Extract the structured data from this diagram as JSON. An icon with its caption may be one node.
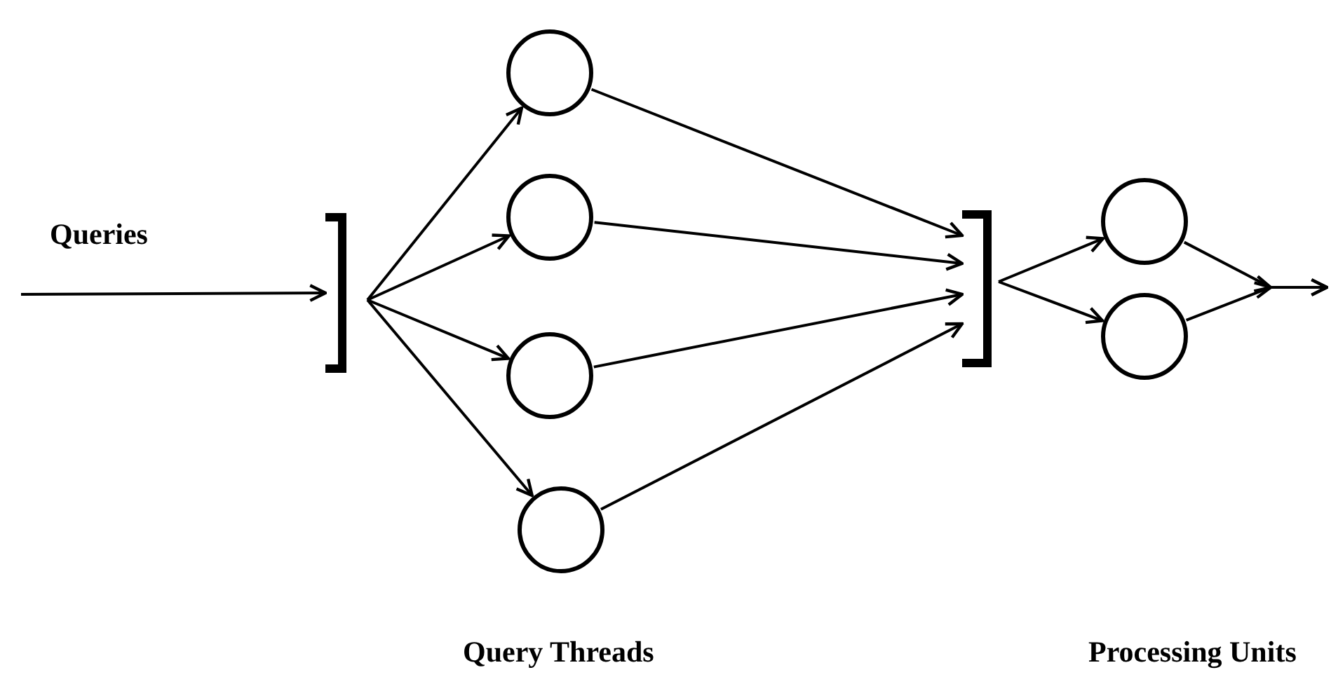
{
  "diagram": {
    "nodes": [
      {
        "text": [],
        "shape": "bracket"
      },
      {
        "text": [],
        "shape": "circle"
      },
      {
        "text": [],
        "shape": "circle"
      },
      {
        "text": [],
        "shape": "circle"
      },
      {
        "text": [],
        "shape": "circle"
      },
      {
        "text": [],
        "shape": "bracket"
      },
      {
        "text": [],
        "shape": "circle"
      },
      {
        "text": [],
        "shape": "circle"
      }
    ],
    "edges": [
      {
        "from": null,
        "to": 0,
        "arrow": "to",
        "label": "Queries"
      },
      {
        "from": 0,
        "to": 1,
        "arrow": "to"
      },
      {
        "from": 0,
        "to": 2,
        "arrow": "to"
      },
      {
        "from": 0,
        "to": 3,
        "arrow": "to"
      },
      {
        "from": 0,
        "to": 4,
        "arrow": "to"
      },
      {
        "from": 1,
        "to": 5,
        "arrow": "to"
      },
      {
        "from": 2,
        "to": 5,
        "arrow": "to"
      },
      {
        "from": 3,
        "to": 5,
        "arrow": "to"
      },
      {
        "from": 4,
        "to": 5,
        "arrow": "to"
      },
      {
        "from": 5,
        "to": 6,
        "arrow": "to"
      },
      {
        "from": 5,
        "to": 7,
        "arrow": "to"
      },
      {
        "from": 6,
        "to": null,
        "arrow": "to"
      },
      {
        "from": 7,
        "to": null,
        "arrow": "to"
      }
    ],
    "labels": [
      "Query Threads",
      "Processing Units"
    ]
  }
}
